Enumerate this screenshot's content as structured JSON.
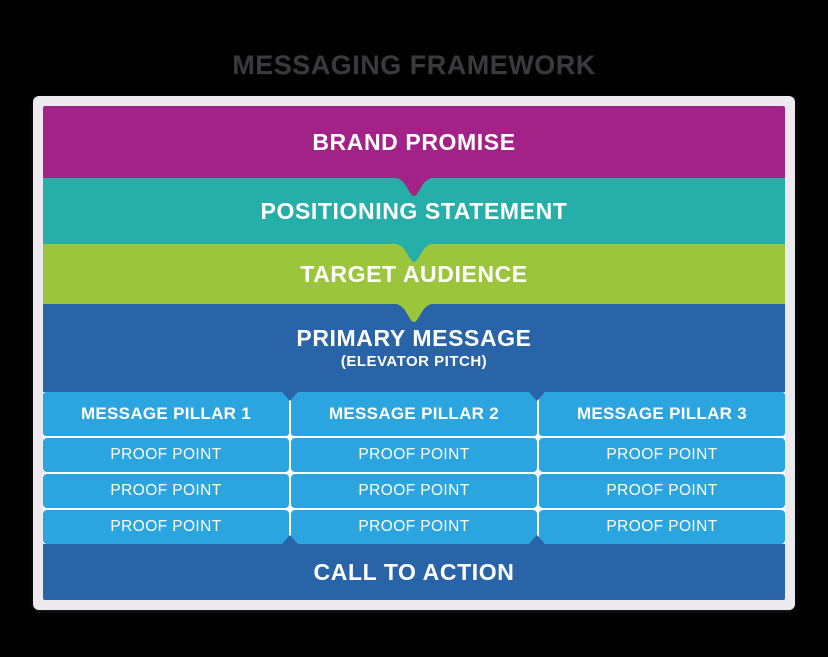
{
  "page": {
    "title": "MESSAGING FRAMEWORK",
    "background_color": "#010101",
    "frame_color": "#eceaef"
  },
  "colors": {
    "brand_promise": "#A32287",
    "positioning_statement": "#26AEA8",
    "target_audience": "#9BC63B",
    "primary_message": "#2A64A8",
    "pillar": "#2BA5E0",
    "call_to_action": "#2A64A8",
    "text": "#FFFFFF",
    "title_text": "#3A3A3C"
  },
  "framework": {
    "bands": [
      {
        "id": "brand-promise",
        "label": "BRAND PROMISE"
      },
      {
        "id": "positioning-statement",
        "label": "POSITIONING STATEMENT"
      },
      {
        "id": "target-audience",
        "label": "TARGET AUDIENCE"
      },
      {
        "id": "primary-message",
        "label": "PRIMARY MESSAGE",
        "sublabel": "(ELEVATOR PITCH)"
      }
    ],
    "pillars": {
      "headers": [
        "MESSAGE PILLAR 1",
        "MESSAGE PILLAR 2",
        "MESSAGE PILLAR 3"
      ],
      "rows": [
        [
          "PROOF POINT",
          "PROOF POINT",
          "PROOF POINT"
        ],
        [
          "PROOF POINT",
          "PROOF POINT",
          "PROOF POINT"
        ],
        [
          "PROOF POINT",
          "PROOF POINT",
          "PROOF POINT"
        ]
      ]
    },
    "call_to_action": {
      "label": "CALL TO ACTION"
    }
  }
}
